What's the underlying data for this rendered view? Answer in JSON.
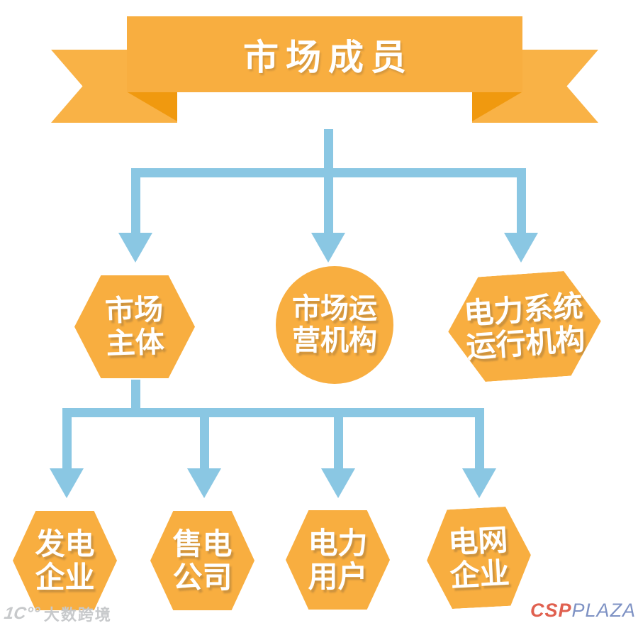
{
  "banner": {
    "title": "市场成员"
  },
  "nodes": {
    "level1": [
      {
        "label": "市场主体",
        "line1": "市场",
        "line2": "主体",
        "shape": "hexagon"
      },
      {
        "label": "市场运营机构",
        "line1": "市场运",
        "line2": "营机构",
        "shape": "circle"
      },
      {
        "label": "电力系统运行机构",
        "line1": "电力系统",
        "line2": "运行机构",
        "shape": "hexagon"
      }
    ],
    "level2": [
      {
        "label": "发电企业",
        "line1": "发电",
        "line2": "企业",
        "shape": "hexagon"
      },
      {
        "label": "售电公司",
        "line1": "售电",
        "line2": "公司",
        "shape": "hexagon"
      },
      {
        "label": "电力用户",
        "line1": "电力",
        "line2": "用户",
        "shape": "hexagon"
      },
      {
        "label": "电网企业",
        "line1": "电网",
        "line2": "企业",
        "shape": "hexagon"
      }
    ]
  },
  "watermarks": {
    "left_icon": "1C°°",
    "left_text": "大数跨境",
    "right_csp": "CSP",
    "right_plaza": "PLAZA"
  },
  "colors": {
    "node_orange": "#F8AE40",
    "fold_orange": "#F0990F",
    "connector_blue": "#8AC7E3",
    "csp_red": "#E0604F",
    "plaza_blue": "#7E92C4",
    "watermark_gray": "#C7C9CB"
  }
}
